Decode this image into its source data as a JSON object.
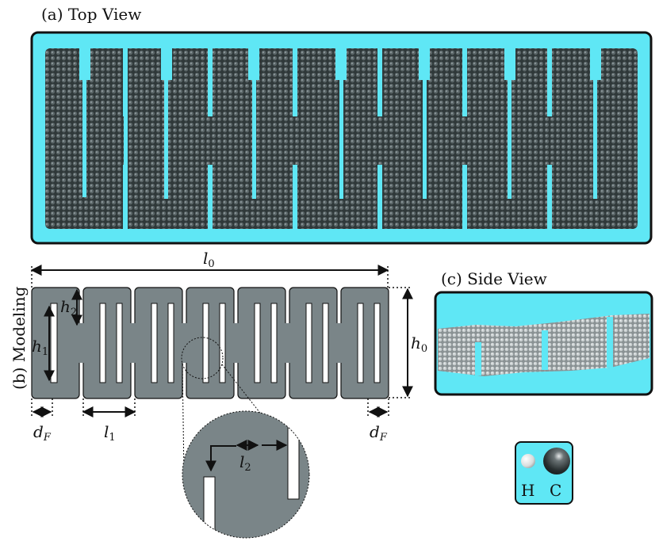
{
  "panels": {
    "a": {
      "caption": "(a) Top View"
    },
    "b": {
      "caption": "(b) Modeling"
    },
    "c": {
      "caption": "(c) Side View"
    }
  },
  "dimensions": {
    "l0": "l",
    "l0_sub": "0",
    "h0": "h",
    "h0_sub": "0",
    "h1": "h",
    "h1_sub": "1",
    "h2": "h",
    "h2_sub": "2",
    "l1": "l",
    "l1_sub": "1",
    "l2": "l",
    "l2_sub": "2",
    "dF": "d",
    "dF_sub": "F"
  },
  "legend": {
    "items": [
      {
        "label": "H",
        "atom": "hydrogen"
      },
      {
        "label": "C",
        "atom": "carbon"
      }
    ]
  },
  "colors": {
    "background_cyan": "#5fe7f5",
    "sheet_dark": "#3d4749",
    "model_gray": "#7a8588",
    "outline": "#111111"
  }
}
